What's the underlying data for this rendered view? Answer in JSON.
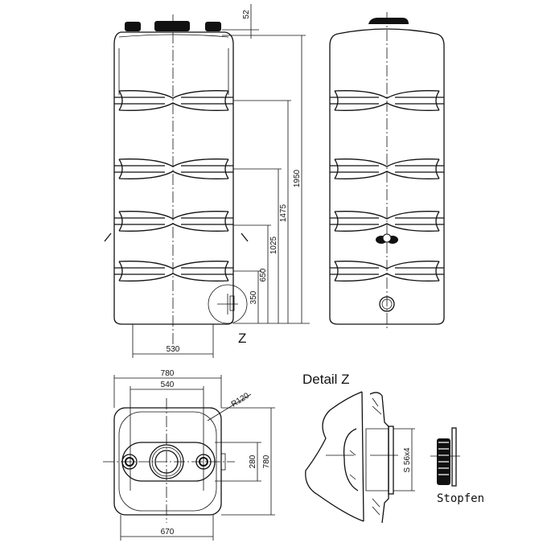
{
  "front_view": {
    "dims": {
      "top_cap": "52",
      "total_height": "1950",
      "band3": "1475",
      "band2": "1025",
      "band1": "650",
      "outlet": "350",
      "base_width": "530"
    },
    "detail_label": "Z"
  },
  "top_view": {
    "dims": {
      "width_outer": "780",
      "width_inner": "540",
      "width_base": "670",
      "depth": "780",
      "depth_inner": "280",
      "radius": "R120"
    }
  },
  "detail": {
    "title": "Detail Z",
    "thread": "S 56x4",
    "plug_label": "Stopfen"
  }
}
